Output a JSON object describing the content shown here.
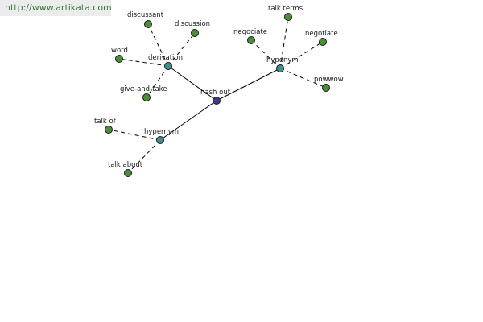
{
  "site": {
    "url": "http://www.artikata.com"
  },
  "colors": {
    "root": "#3b3b8c",
    "relation": "#3f8f8f",
    "leaf": "#4c8c3c"
  },
  "graph": {
    "root": {
      "id": "hash-out",
      "label": "hash out"
    },
    "relations": [
      {
        "id": "derivation",
        "label": "derivation"
      },
      {
        "id": "hyponym",
        "label": "hyponym"
      },
      {
        "id": "hypernym",
        "label": "hypernym"
      }
    ],
    "leaves": [
      {
        "id": "discussant",
        "label": "discussant",
        "parent": "derivation"
      },
      {
        "id": "discussion",
        "label": "discussion",
        "parent": "derivation"
      },
      {
        "id": "word",
        "label": "word",
        "parent": "derivation"
      },
      {
        "id": "give-and-take",
        "label": "give-and-take",
        "parent": "derivation"
      },
      {
        "id": "talk-terms",
        "label": "talk terms",
        "parent": "hyponym"
      },
      {
        "id": "negociate",
        "label": "negociate",
        "parent": "hyponym"
      },
      {
        "id": "negotiate",
        "label": "negotiate",
        "parent": "hyponym"
      },
      {
        "id": "powwow",
        "label": "powwow",
        "parent": "hyponym"
      },
      {
        "id": "talk-of",
        "label": "talk of",
        "parent": "hypernym"
      },
      {
        "id": "talk-about",
        "label": "talk about",
        "parent": "hypernym"
      }
    ]
  }
}
